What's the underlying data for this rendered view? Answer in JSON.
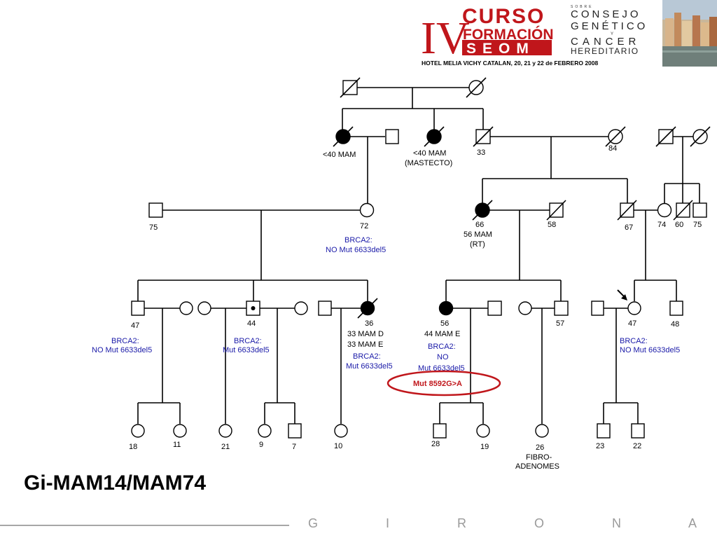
{
  "header": {
    "roman": "IV",
    "curso": "CURSO",
    "formacion": "FORMACIÓN",
    "seom": "SEOM",
    "hotel": "HOTEL MELIA VICHY CATALAN, 20, 21 y 22 de FEBRERO 2008",
    "sobre": "SOBRE",
    "consejo": "CONSEJO",
    "genetico": "GENÉTICO",
    "y": "Y",
    "cancer": "CANCER",
    "hereditario": "HEREDITARIO"
  },
  "title": "Gi-MAM14/MAM74",
  "footer": "G I R O N A",
  "labels": {
    "g2_a_age": "<40 MAM",
    "g2_b_age": "<40 MAM",
    "g2_b_sub": "(MASTECTO)",
    "g2_c_age": "33",
    "g2_d_age": "84",
    "g3_75": "75",
    "g3_72": "72",
    "g3_72_test1": "BRCA2:",
    "g3_72_test2": "NO Mut 6633del5",
    "g3_66": "66",
    "g3_66_dx": "56 MAM",
    "g3_66_rt": "(RT)",
    "g3_58": "58",
    "g3_67": "67",
    "g3_74": "74",
    "g3_60": "60",
    "g3_75b": "75",
    "g4_47": "47",
    "g4_47_t1": "BRCA2:",
    "g4_47_t2": "NO Mut 6633del5",
    "g4_44": "44",
    "g4_44_t1": "BRCA2:",
    "g4_44_t2": "Mut 6633del5",
    "g4_36": "36",
    "g4_36_d1": "33 MAM D",
    "g4_36_d2": "33 MAM E",
    "g4_36_t1": "BRCA2:",
    "g4_36_t2": "Mut 6633del5",
    "g4_56": "56",
    "g4_56_d1": "44 MAM E",
    "g4_56_t1": "BRCA2:",
    "g4_56_t2": "NO",
    "g4_56_t3": "Mut 6633del5",
    "g4_56_mut": "Mut 8592G>A",
    "g4_57": "57",
    "g4_47b": "47",
    "g4_47b_t1": "BRCA2:",
    "g4_47b_t2": "NO Mut 6633del5",
    "g4_48": "48",
    "g5_18": "18",
    "g5_11": "11",
    "g5_21": "21",
    "g5_9": "9",
    "g5_7": "7",
    "g5_10": "10",
    "g5_28": "28",
    "g5_19": "19",
    "g5_26": "26",
    "g5_26_a": "FIBRO-",
    "g5_26_b": "ADENOMES",
    "g5_23": "23",
    "g5_22": "22"
  },
  "colors": {
    "brca_text": "#1a1aa8",
    "highlight": "#c0161b",
    "seom_red": "#c0161b"
  }
}
